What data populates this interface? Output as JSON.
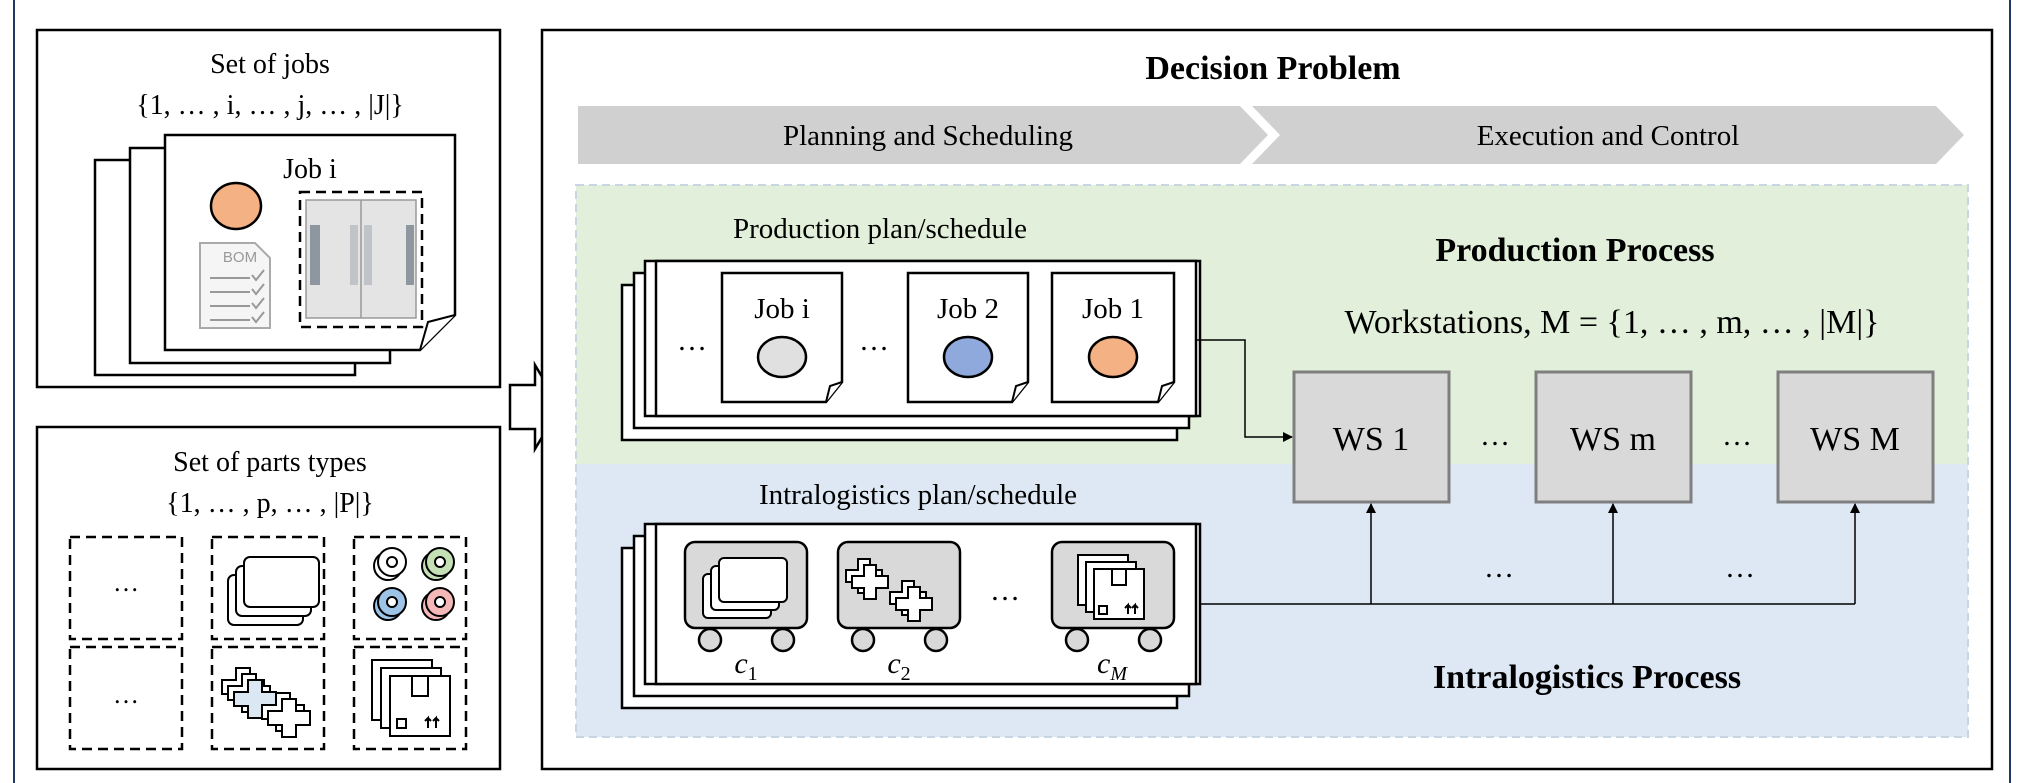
{
  "left_top": {
    "title_line1": "Set of jobs",
    "title_line2": "{1, … , i, … , j, … , |J|}",
    "job_label": "Job i",
    "bom_label": "BOM"
  },
  "left_bottom": {
    "title_line1": "Set of parts types",
    "title_line2": "{1, … , p, … , |P|}",
    "ellipsis": "…"
  },
  "main": {
    "title": "Decision Problem",
    "phase_planning": "Planning and Scheduling",
    "phase_execution": "Execution and Control",
    "production_plan_label": "Production plan/schedule",
    "intralogistics_plan_label": "Intralogistics plan/schedule",
    "production_process_label": "Production Process",
    "intralogistics_process_label": "Intralogistics Process",
    "workstations_label": "Workstations, M = {1, … , m, … , |M|}",
    "jobs": [
      "Job i",
      "Job 2",
      "Job 1"
    ],
    "carriers": [
      "c1",
      "c2",
      "cM"
    ],
    "workstations": [
      "WS 1",
      "WS m",
      "WS M"
    ],
    "ellipsis": "…"
  },
  "colors": {
    "job_i_circle": "#e0e0e0",
    "job_2_circle": "#8fa9dc",
    "job_1_circle": "#f4b183",
    "production_zone": "#e2efda",
    "intralogistics_zone": "#dde8f4",
    "phase_arrow": "#d0d0d0",
    "workstation_fill": "#d9d9d9"
  }
}
